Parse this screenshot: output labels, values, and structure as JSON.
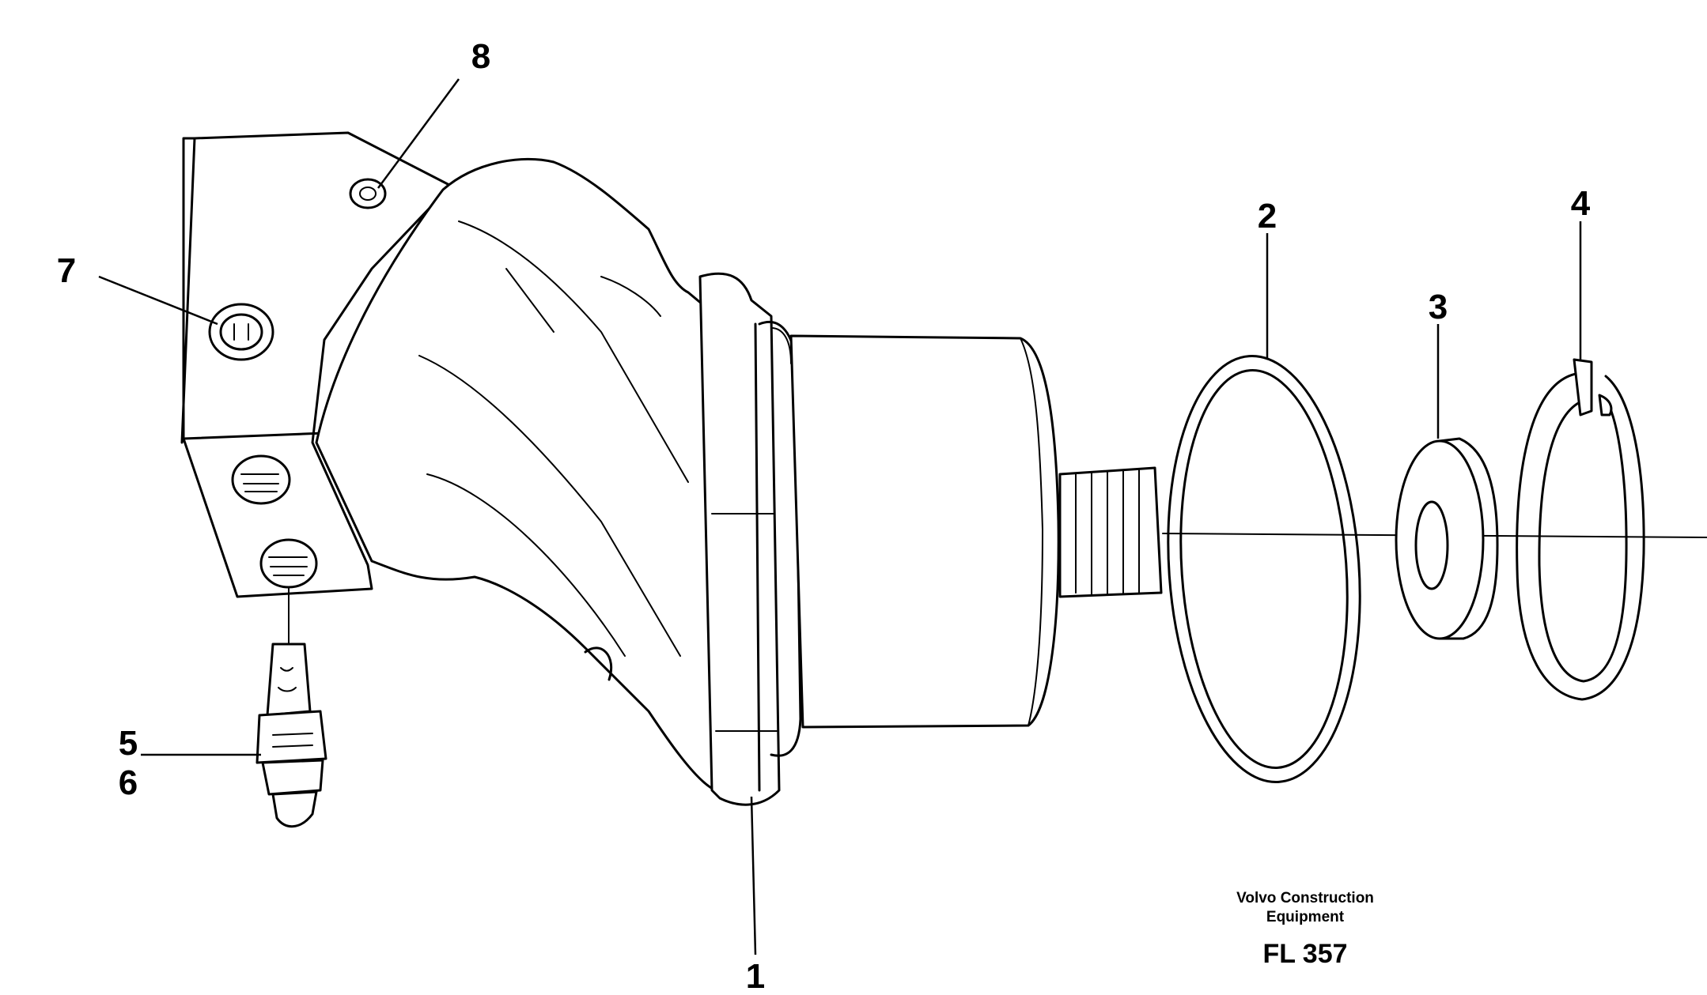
{
  "callouts": {
    "part_1": "1",
    "part_2": "2",
    "part_3": "3",
    "part_4": "4",
    "part_5": "5",
    "part_6": "6",
    "part_7": "7",
    "part_8": "8"
  },
  "caption": {
    "maker_line1": "Volvo Construction",
    "maker_line2": "Equipment",
    "figure_code": "FL 357"
  }
}
